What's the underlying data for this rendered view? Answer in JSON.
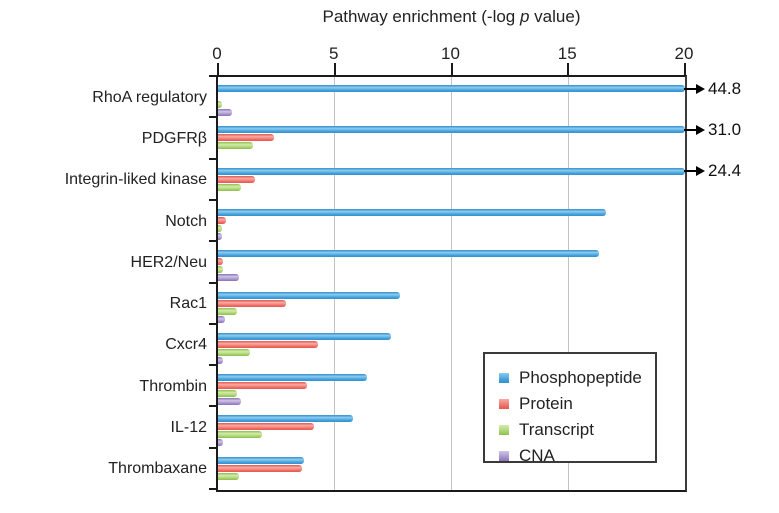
{
  "header": {
    "title_prefix": "Pathway enrichment (-log ",
    "title_italic": "p",
    "title_suffix": " value)"
  },
  "chart_data": {
    "type": "bar",
    "orientation": "horizontal",
    "title": "Pathway enrichment (-log p value)",
    "xlabel": "Pathway enrichment (-log p value)",
    "ylabel": "",
    "xlim": [
      0,
      20
    ],
    "xticks": [
      0,
      5,
      10,
      15,
      20
    ],
    "grid": true,
    "axis_position": "top",
    "legend_position": "bottom-right",
    "categories": [
      "RhoA regulatory",
      "PDGFRβ",
      "Integrin-liked kinase",
      "Notch",
      "HER2/Neu",
      "Rac1",
      "Cxcr4",
      "Thrombin",
      "IL-12",
      "Thrombaxane"
    ],
    "series": [
      {
        "name": "Phosphopeptide",
        "color": "#47a3dc",
        "color_light": "#8ccbf0",
        "color_dark": "#3390cd",
        "values": [
          44.8,
          31.0,
          24.4,
          16.6,
          16.3,
          7.8,
          7.4,
          6.4,
          5.8,
          3.7
        ]
      },
      {
        "name": "Protein",
        "color": "#f0746c",
        "color_light": "#f9aba4",
        "color_dark": "#e2574e",
        "values": [
          0,
          2.4,
          1.6,
          0.35,
          0.2,
          2.9,
          4.3,
          3.8,
          4.1,
          3.6
        ]
      },
      {
        "name": "Transcript",
        "color": "#abd573",
        "color_light": "#d6eaae",
        "color_dark": "#8fbf4d",
        "values": [
          0.15,
          1.5,
          1.0,
          0.15,
          0.2,
          0.8,
          1.35,
          0.8,
          1.9,
          0.9
        ]
      },
      {
        "name": "CNA",
        "color": "#a995ce",
        "color_light": "#cfc5e6",
        "color_dark": "#8873b8",
        "values": [
          0.6,
          0,
          0,
          0.15,
          0.9,
          0.3,
          0.2,
          1.0,
          0.2,
          0
        ]
      }
    ],
    "annotations": [
      {
        "category_index": 0,
        "category": "RhoA regulatory",
        "label": "44.8"
      },
      {
        "category_index": 1,
        "category": "PDGFRβ",
        "label": "31.0"
      },
      {
        "category_index": 2,
        "category": "Integrin-liked kinase",
        "label": "24.4"
      }
    ]
  }
}
